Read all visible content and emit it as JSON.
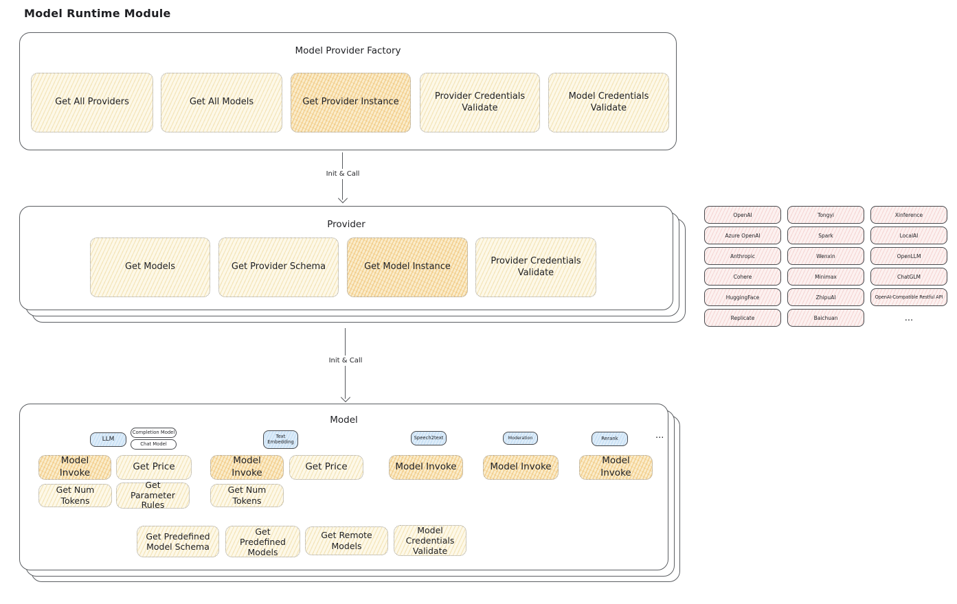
{
  "title": "Model Runtime Module",
  "colors": {
    "op_yellow_fill": "#fdf8e8",
    "op_highlight_fill": "#faeccb",
    "provider_chip_fill": "#fcf1f0",
    "model_type_fill": "#ddecf9",
    "stroke": "#5a5d61",
    "dotted_border": "#9b9b9b",
    "text": "#1d1e22"
  },
  "factory": {
    "title": "Model Provider Factory",
    "ops": [
      "Get All Providers",
      "Get All Models",
      "Get Provider Instance",
      "Provider Credentials Validate",
      "Model Credentials Validate"
    ]
  },
  "arrows": {
    "init_call_1": "Init & Call",
    "init_call_2": "Init & Call"
  },
  "provider": {
    "title": "Provider",
    "ops": [
      "Get Models",
      "Get Provider Schema",
      "Get Model Instance",
      "Provider Credentials Validate"
    ]
  },
  "providers_grid": {
    "items": [
      "OpenAI",
      "Tongyi",
      "Xinference",
      "Azure OpenAI",
      "Spark",
      "LocalAI",
      "Anthropic",
      "Wenxin",
      "OpenLLM",
      "Cohere",
      "Minimax",
      "ChatGLM",
      "HuggingFace",
      "ZhipuAI",
      "OpenAI-Compatible Restful API",
      "Replicate",
      "Baichuan"
    ],
    "ellipsis": "..."
  },
  "model": {
    "title": "Model",
    "types": {
      "llm": "LLM",
      "completion": "Completion Model",
      "chat": "Chat Model",
      "text_embedding": "Text Embedding",
      "speech2text": "Speech2text",
      "moderation": "Moderation",
      "rerank": "Rerank",
      "ellipsis": "..."
    },
    "ops": {
      "model_invoke": "Model Invoke",
      "get_price": "Get Price",
      "get_num_tokens": "Get Num Tokens",
      "get_parameter_rules": "Get Parameter Rules",
      "get_predefined_model_schema": "Get Predefined Model Schema",
      "get_predefined_models": "Get Predefined Models",
      "get_remote_models": "Get Remote Models",
      "model_credentials_validate": "Model Credentials Validate"
    }
  }
}
